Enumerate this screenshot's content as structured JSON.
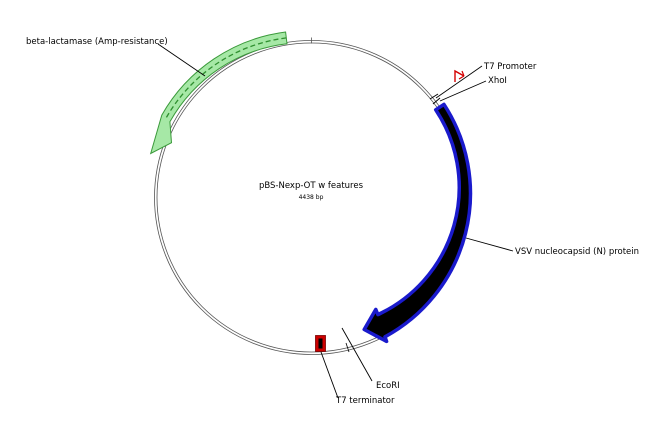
{
  "plasmid": {
    "name": "pBS-Nexp-OT w features",
    "size": "4438 bp"
  },
  "features": {
    "amp": "beta-lactamase (Amp-resistance)",
    "t7_promoter": "T7 Promoter",
    "xhoi": "XhoI",
    "vsv": "VSV nucleocapsid (N) protein",
    "ecori": "EcoRI",
    "t7_terminator": "T7 terminator"
  },
  "colors": {
    "amp_fill": "#a6e8a6",
    "amp_stroke": "#3a9a3a",
    "vsv_fill": "#000000",
    "vsv_outline": "#1a1acc",
    "terminator_fill": "#cc0000",
    "promoter_arrow": "#d40000",
    "backbone": "#555555"
  }
}
